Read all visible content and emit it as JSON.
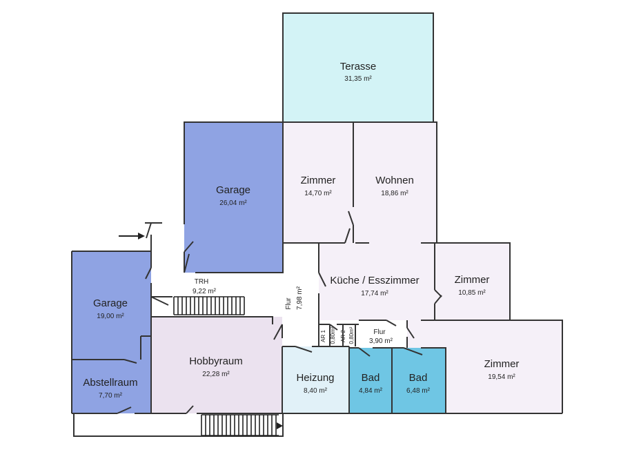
{
  "colors": {
    "terrace": "#d3f3f6",
    "garage": "#8fa3e3",
    "garage_small": "#8fa3e3",
    "storage": "#8fa3e3",
    "room": "#f5f0f8",
    "hobby": "#ebe2ef",
    "heating": "#e1f1f8",
    "bath": "#6fc6e4",
    "walls": "#333333"
  },
  "rooms": {
    "terrasse": {
      "name": "Terasse",
      "area": "31,35 m²"
    },
    "garage_top": {
      "name": "Garage",
      "area": "26,04 m²"
    },
    "zimmer_top": {
      "name": "Zimmer",
      "area": "14,70 m²"
    },
    "wohnen": {
      "name": "Wohnen",
      "area": "18,86 m²"
    },
    "kueche": {
      "name": "Küche / Esszimmer",
      "area": "17,74 m²"
    },
    "zimmer_mid": {
      "name": "Zimmer",
      "area": "10,85 m²"
    },
    "zimmer_right": {
      "name": "Zimmer",
      "area": "19,54 m²"
    },
    "garage_left": {
      "name": "Garage",
      "area": "19,00 m²"
    },
    "abstellraum": {
      "name": "Abstellraum",
      "area": "7,70 m²"
    },
    "hobbyraum": {
      "name": "Hobbyraum",
      "area": "22,28 m²"
    },
    "heizung": {
      "name": "Heizung",
      "area": "8,40 m²"
    },
    "bad_1": {
      "name": "Bad",
      "area": "4,84 m²"
    },
    "bad_2": {
      "name": "Bad",
      "area": "6,48 m²"
    },
    "trh": {
      "name": "TRH",
      "area": "9,22 m²"
    },
    "flur_vertical": {
      "name": "Flur",
      "area": "7,98 m²"
    },
    "flur_small": {
      "name": "Flur",
      "area": "3,90 m²"
    },
    "ar1": {
      "name": "AR 1",
      "area": "0,80m²"
    },
    "ar2": {
      "name": "AR 2",
      "area": "0,80m²"
    }
  },
  "icons": {
    "entrance": "entrance-arrow-icon",
    "stairs": "stairs-icon"
  }
}
